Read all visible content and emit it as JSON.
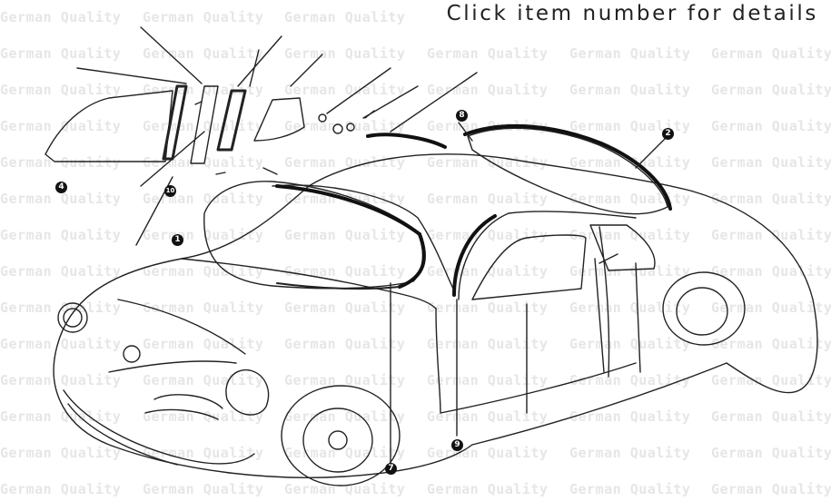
{
  "header": {
    "instruction": "Click item number for details"
  },
  "watermark": {
    "text": "German Quality"
  },
  "hotspots": [
    {
      "id": "item-1",
      "label": "1"
    },
    {
      "id": "item-2",
      "label": "2"
    },
    {
      "id": "item-4",
      "label": "4"
    },
    {
      "id": "item-7",
      "label": "7"
    },
    {
      "id": "item-8",
      "label": "8"
    },
    {
      "id": "item-9",
      "label": "9"
    },
    {
      "id": "item-10",
      "label": "10"
    }
  ],
  "colors": {
    "ink": "#222222",
    "badge": "#111111",
    "watermark": "#e6e6e6"
  }
}
